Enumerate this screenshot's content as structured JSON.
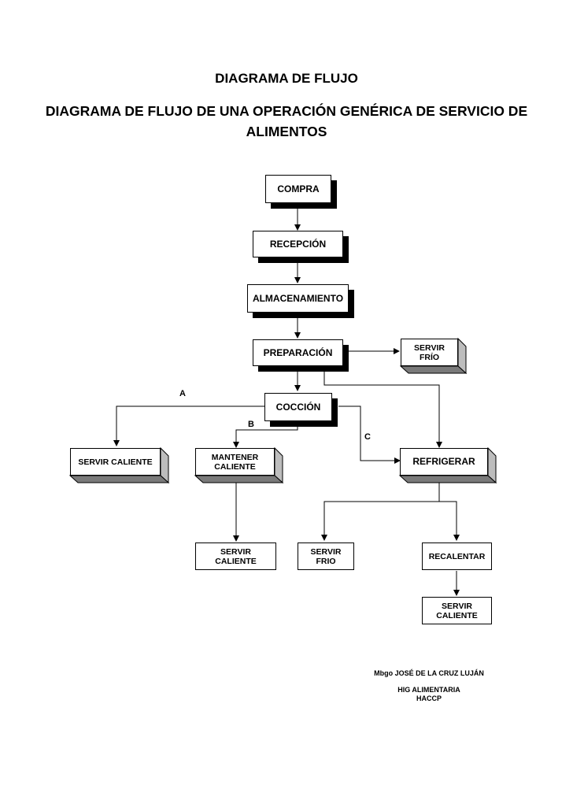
{
  "title": "DIAGRAMA DE FLUJO",
  "subtitle": "DIAGRAMA DE FLUJO DE UNA OPERACIÓN GENÉRICA DE SERVICIO DE ALIMENTOS",
  "nodes": {
    "compra": "COMPRA",
    "recepcion": "RECEPCIÓN",
    "almacenamiento": "ALMACENAMIENTO",
    "preparacion": "PREPARACIÓN",
    "servir_frio_1": "SERVIR\nFRÍO",
    "coccion": "COCCIÓN",
    "servir_caliente_1": "SERVIR CALIENTE",
    "mantener_caliente": "MANTENER\nCALIENTE",
    "refrigerar": "REFRIGERAR",
    "servir_caliente_2": "SERVIR\nCALIENTE",
    "servir_frio_2": "SERVIR\nFRIO",
    "recalentar": "RECALENTAR",
    "servir_caliente_3": "SERVIR\nCALIENTE"
  },
  "labels": {
    "a": "A",
    "b": "B",
    "c": "C"
  },
  "footer": {
    "author": "Mbgo JOSÉ DE LA CRUZ LUJÁN",
    "line1": "HIG ALIMENTARIA",
    "line2": "HACCP"
  }
}
